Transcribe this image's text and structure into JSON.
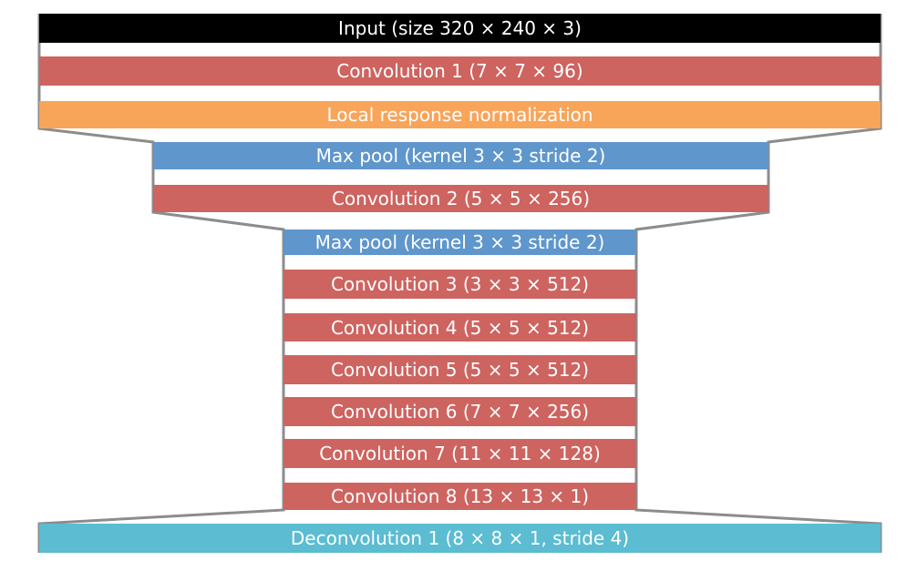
{
  "colors": {
    "input": "#000000",
    "convolution": "#cd6460",
    "normalization": "#f8a55a",
    "pool": "#5f96cc",
    "deconvolution": "#5bbcd2",
    "outline": "#8c8c8c"
  },
  "layers": [
    {
      "label": "Input (size 320 × 240 × 3)",
      "kind": "input"
    },
    {
      "label": "Convolution 1 (7 × 7 ×  96)",
      "kind": "convolution"
    },
    {
      "label": "Local response normalization",
      "kind": "normalization"
    },
    {
      "label": "Max pool (kernel 3 × 3 stride 2)",
      "kind": "pool"
    },
    {
      "label": "Convolution 2 (5 × 5 × 256)",
      "kind": "convolution"
    },
    {
      "label": "Max pool (kernel 3 × 3 stride 2)",
      "kind": "pool"
    },
    {
      "label": "Convolution 3 (3 × 3 × 512)",
      "kind": "convolution"
    },
    {
      "label": "Convolution 4 (5 × 5 × 512)",
      "kind": "convolution"
    },
    {
      "label": "Convolution 5 (5 × 5 × 512)",
      "kind": "convolution"
    },
    {
      "label": "Convolution 6 (7 × 7 × 256)",
      "kind": "convolution"
    },
    {
      "label": "Convolution 7 (11 × 11 × 128)",
      "kind": "convolution"
    },
    {
      "label": "Convolution 8 (13 × 13 × 1)",
      "kind": "convolution"
    },
    {
      "label": "Deconvolution 1 (8 × 8 × 1, stride 4)",
      "kind": "deconvolution"
    }
  ]
}
